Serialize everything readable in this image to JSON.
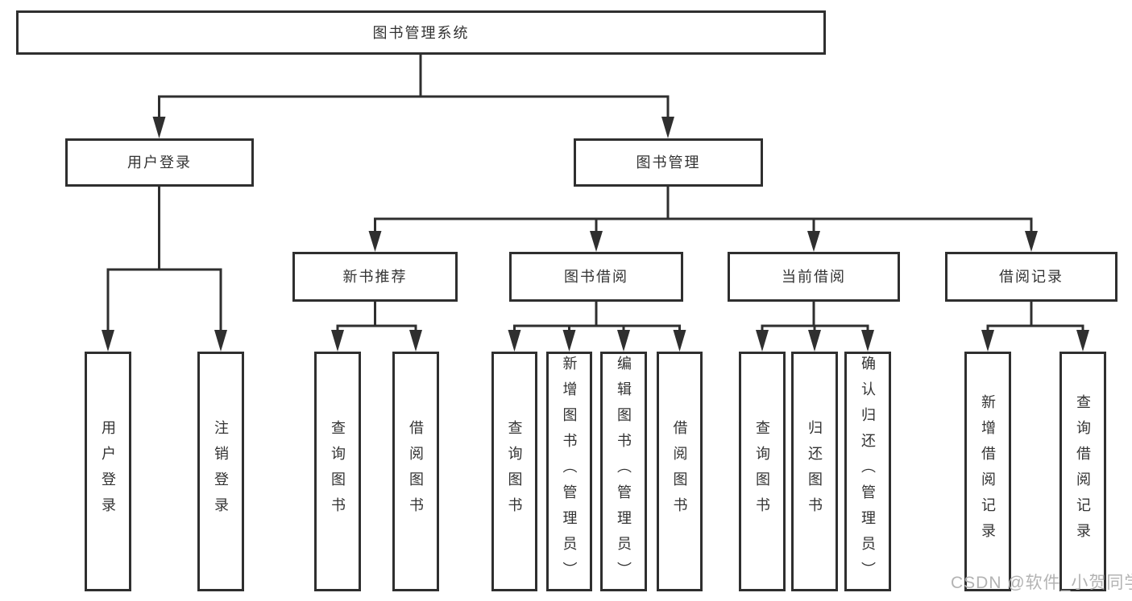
{
  "tree": {
    "label": "图书管理系统",
    "children": [
      {
        "label": "用户登录",
        "children": [
          {
            "label": "用户登录"
          },
          {
            "label": "注销登录"
          }
        ]
      },
      {
        "label": "图书管理",
        "children": [
          {
            "label": "新书推荐",
            "children": [
              {
                "label": "查询图书"
              },
              {
                "label": "借阅图书"
              }
            ]
          },
          {
            "label": "图书借阅",
            "children": [
              {
                "label": "查询图书"
              },
              {
                "label": "新增图书（管理员）"
              },
              {
                "label": "编辑图书（管理员）"
              },
              {
                "label": "借阅图书"
              }
            ]
          },
          {
            "label": "当前借阅",
            "children": [
              {
                "label": "查询图书"
              },
              {
                "label": "归还图书"
              },
              {
                "label": "确认归还（管理员）"
              }
            ]
          },
          {
            "label": "借阅记录",
            "children": [
              {
                "label": "新增借阅记录"
              },
              {
                "label": "查询借阅记录"
              }
            ]
          }
        ]
      }
    ]
  },
  "watermark": "CSDN @软件_小贺同学",
  "colors": {
    "line": "#2f2f2f",
    "box_border": "#2f2f2f",
    "text": "#333333",
    "background": "#ffffff",
    "watermark": "#b3b3b3"
  }
}
